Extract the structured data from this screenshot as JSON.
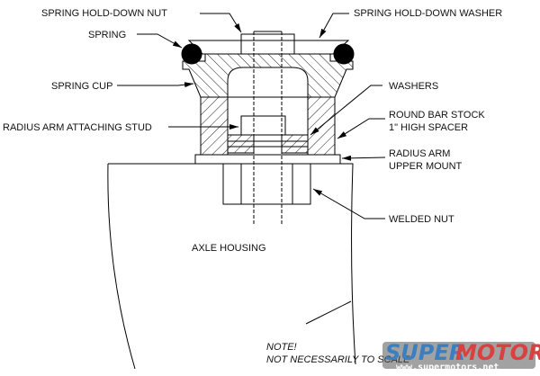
{
  "labels": {
    "nut": "SPRING HOLD-DOWN NUT",
    "washer": "SPRING HOLD-DOWN WASHER",
    "spring": "SPRING",
    "cup": "SPRING CUP",
    "washers": "WASHERS",
    "stud": "RADIUS ARM ATTACHING STUD",
    "spacer_1": "ROUND BAR STOCK",
    "spacer_2": "1\" HIGH SPACER",
    "mount_1": "RADIUS ARM",
    "mount_2": "UPPER MOUNT",
    "welded_nut": "WELDED NUT",
    "axle": "AXLE HOUSING"
  },
  "note": {
    "line1": "NOTE!",
    "line2": "NOT NECESSARILY TO SCALE"
  },
  "watermark": {
    "brand_a": "SUPER",
    "brand_b": "MOTORS",
    "url": "www.supermotors.net",
    "color_a": "#3a7fc0",
    "color_b": "#d94040"
  }
}
